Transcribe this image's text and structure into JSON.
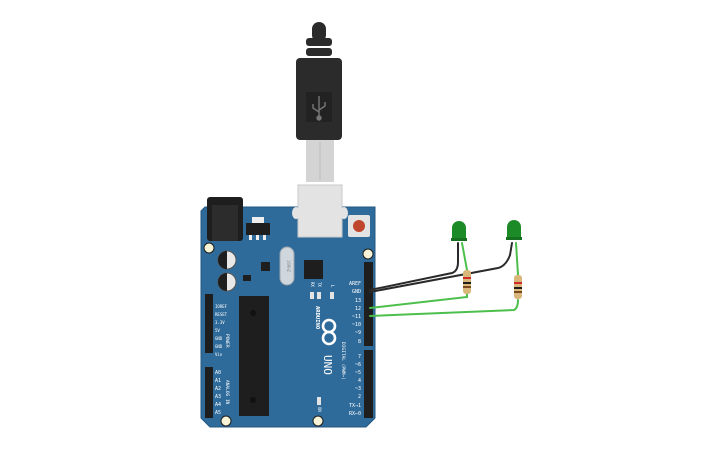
{
  "canvas": {
    "background": "#ffffff"
  },
  "colors": {
    "board": "#2f6b9a",
    "board_edge": "#24577f",
    "header": "#1e1e1e",
    "usb_plug": "#2b2b2b",
    "usb_metal": "#d4d4d4",
    "wire_black": "#2a2a2a",
    "wire_green": "#4cbf4c",
    "led_green": "#1d8a28",
    "reset_button": "#c0452d",
    "hole": "#f7f3d6"
  },
  "board": {
    "brand": "ARDUINO",
    "model": "UNO",
    "crystal_label": "16MHZ",
    "led_labels": {
      "rx": "RX",
      "tx": "TX",
      "l": "L",
      "on": "ON"
    },
    "section_labels": {
      "power": "POWER",
      "analog": "ANALOG IN",
      "digital": "DIGITAL (PWM~)"
    },
    "power_pins": [
      "IOREF",
      "RESET",
      "3.3V",
      "5V",
      "GND",
      "GND",
      "Vin"
    ],
    "analog_pins": [
      "A0",
      "A1",
      "A2",
      "A3",
      "A4",
      "A5"
    ],
    "digital_pins_top": [
      "AREF",
      "GND",
      "13",
      "12",
      "~11",
      "~10",
      "~9",
      "8"
    ],
    "digital_pins_bottom": [
      "7",
      "~6",
      "~5",
      "4",
      "~3",
      "2",
      "TX→1",
      "RX←0"
    ]
  },
  "components": {
    "leds": [
      {
        "id": "led1",
        "color": "green"
      },
      {
        "id": "led2",
        "color": "green"
      }
    ],
    "resistors": [
      {
        "id": "r1",
        "bands": [
          "red",
          "black",
          "brown"
        ]
      },
      {
        "id": "r2",
        "bands": [
          "red",
          "black",
          "brown"
        ]
      }
    ],
    "wires": [
      {
        "from": "GND",
        "to": "led1.cathode",
        "color": "black"
      },
      {
        "from": "GND",
        "to": "led2.cathode",
        "color": "black"
      },
      {
        "from": "12",
        "to": "r1",
        "color": "green"
      },
      {
        "from": "~11",
        "to": "r2",
        "color": "green"
      }
    ]
  }
}
